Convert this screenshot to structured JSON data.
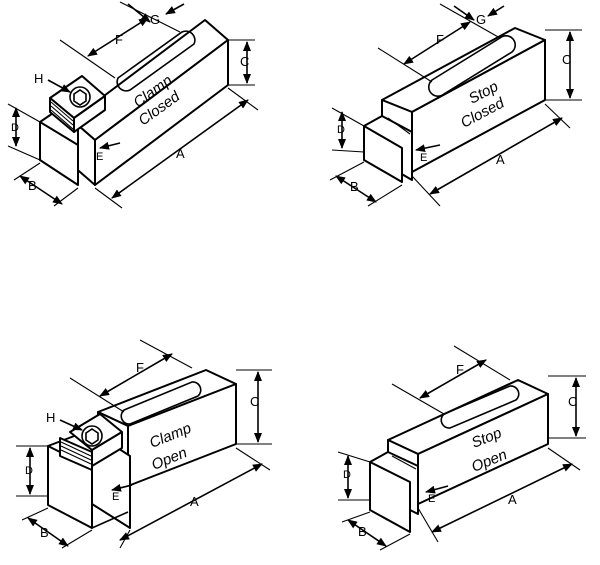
{
  "figures": [
    {
      "id": "clamp-closed",
      "face_lines": [
        "Clamp",
        "Closed"
      ],
      "labels": {
        "A": "A",
        "B": "B",
        "C": "C",
        "D": "D",
        "E": "E",
        "F": "F",
        "G": "G",
        "H": "H"
      }
    },
    {
      "id": "stop-closed",
      "face_lines": [
        "Stop",
        "Closed"
      ],
      "labels": {
        "A": "A",
        "B": "B",
        "C": "C",
        "D": "D",
        "E": "E",
        "F": "F",
        "G": "G"
      }
    },
    {
      "id": "clamp-open",
      "face_lines": [
        "Clamp",
        "Open"
      ],
      "labels": {
        "A": "A",
        "B": "B",
        "C": "C",
        "D": "D",
        "E": "E",
        "F": "F",
        "H": "H"
      }
    },
    {
      "id": "stop-open",
      "face_lines": [
        "Stop",
        "Open"
      ],
      "labels": {
        "A": "A",
        "B": "B",
        "C": "C",
        "D": "D",
        "E": "E",
        "F": "F"
      }
    }
  ]
}
